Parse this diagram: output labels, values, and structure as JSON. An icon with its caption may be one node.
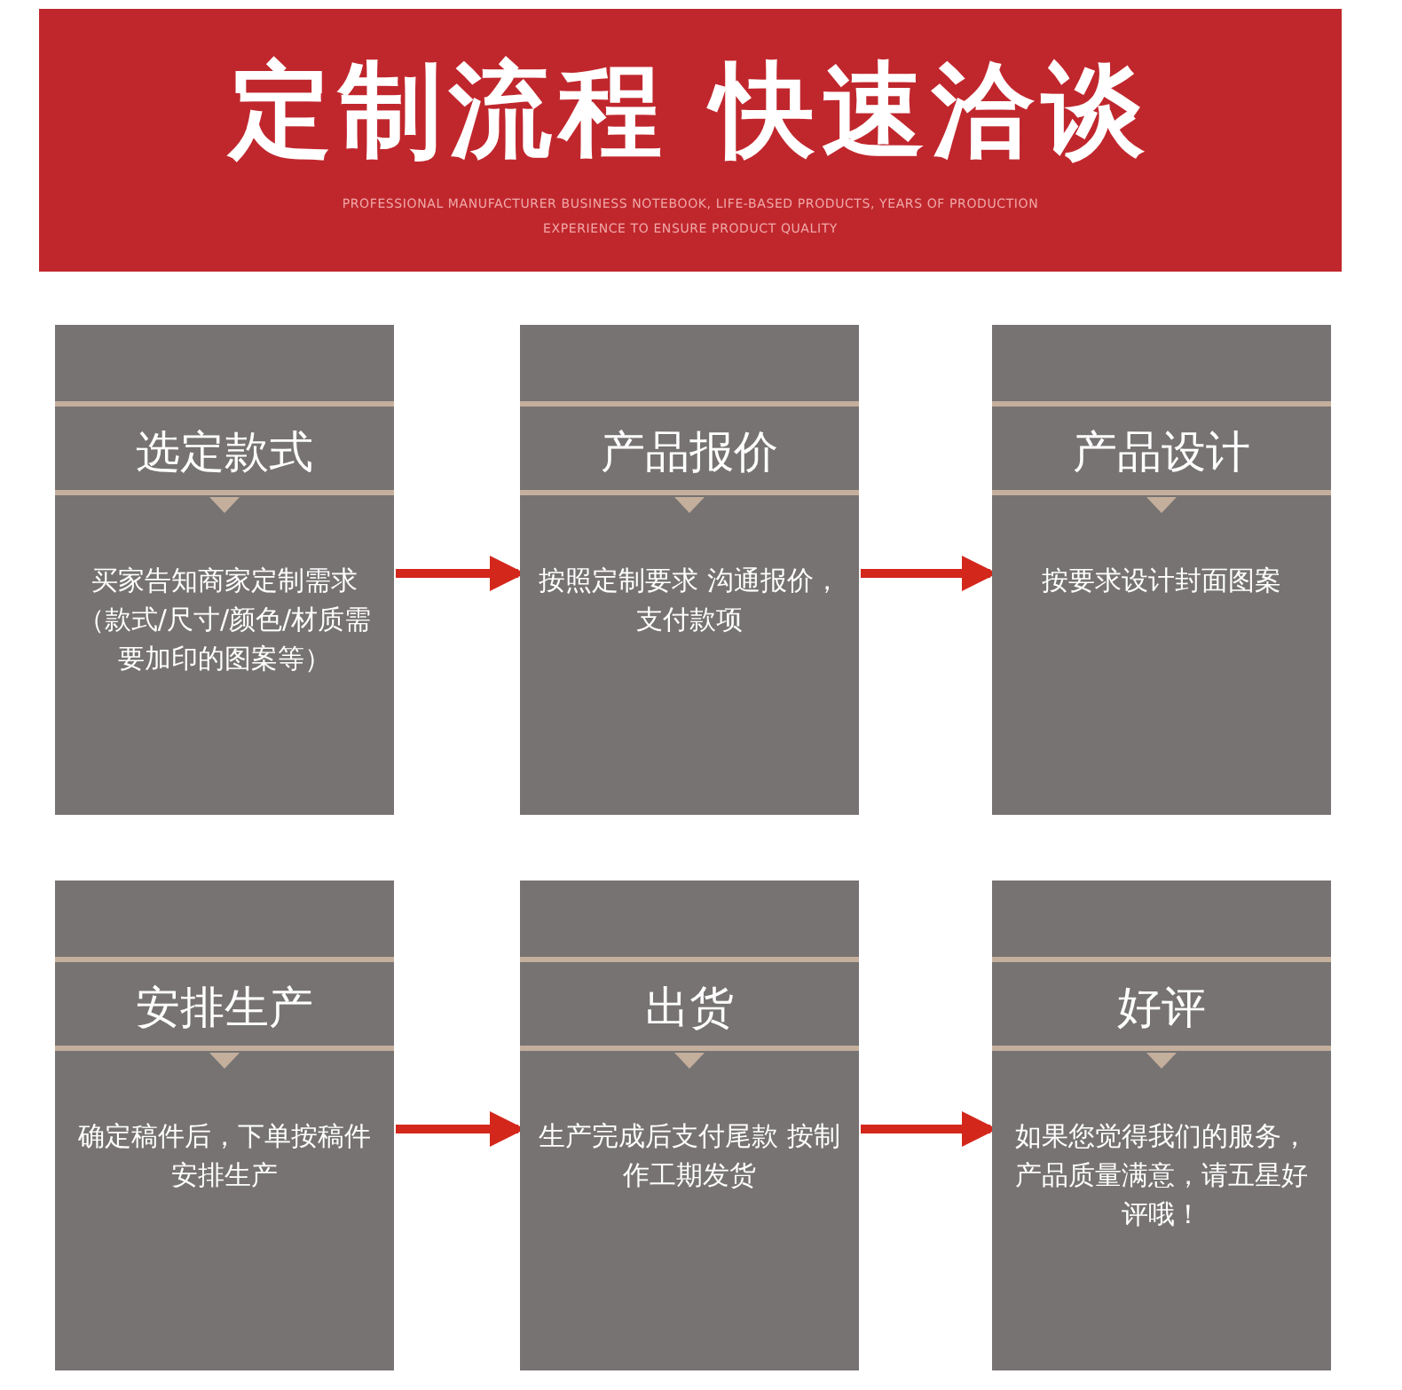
{
  "diagram": {
    "title": "定制流程 快速洽谈",
    "nodes": [
      {
        "text": [
          "选定款式",
          "买家告知商家定制需求（款式/尺寸/颜色/材质需要加印的图案等）"
        ]
      },
      {
        "text": [
          "产品报价",
          "按照定制要求 沟通报价，支付款项"
        ]
      },
      {
        "text": [
          "产品设计",
          "按要求设计封面图案"
        ]
      },
      {
        "text": [
          "安排生产",
          "确定稿件后，下单按稿件安排生产"
        ]
      },
      {
        "text": [
          "出货",
          "生产完成后支付尾款 按制作工期发货"
        ]
      },
      {
        "text": [
          "好评",
          "如果您觉得我们的服务，产品质量满意，请五星好评哦！"
        ]
      }
    ],
    "edges": [
      {
        "from": 0,
        "to": 1,
        "arrow": "to"
      },
      {
        "from": 1,
        "to": 2,
        "arrow": "to"
      },
      {
        "from": 3,
        "to": 4,
        "arrow": "to"
      },
      {
        "from": 4,
        "to": 5,
        "arrow": "to"
      }
    ],
    "labels": [
      "PROFESSIONAL MANUFACTURER BUSINESS NOTEBOOK, LIFE-BASED PRODUCTS, YEARS OF PRODUCTION EXPERIENCE TO ENSURE PRODUCT QUALITY"
    ]
  }
}
